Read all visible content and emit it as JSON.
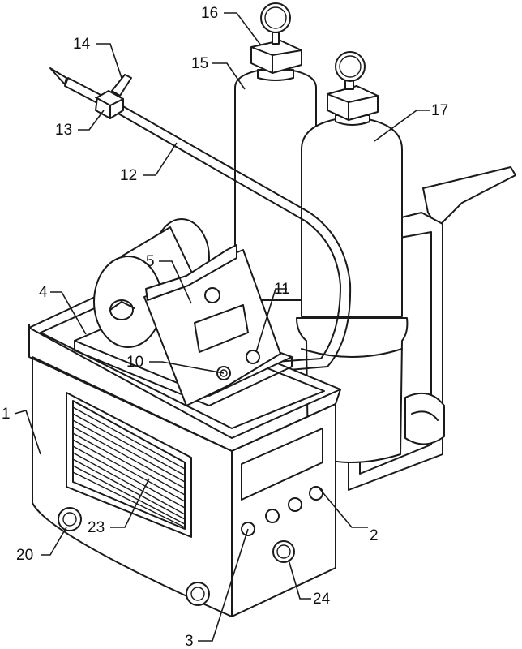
{
  "figure": {
    "kind": "patent line drawing of portable gas welding machine",
    "labels": {
      "l1": "1",
      "l2": "2",
      "l3": "3",
      "l4": "4",
      "l5": "5",
      "l10": "10",
      "l11": "11",
      "l12": "12",
      "l13": "13",
      "l14": "14",
      "l15": "15",
      "l16": "16",
      "l17": "17",
      "l20": "20",
      "l23": "23",
      "l24": "24"
    }
  }
}
